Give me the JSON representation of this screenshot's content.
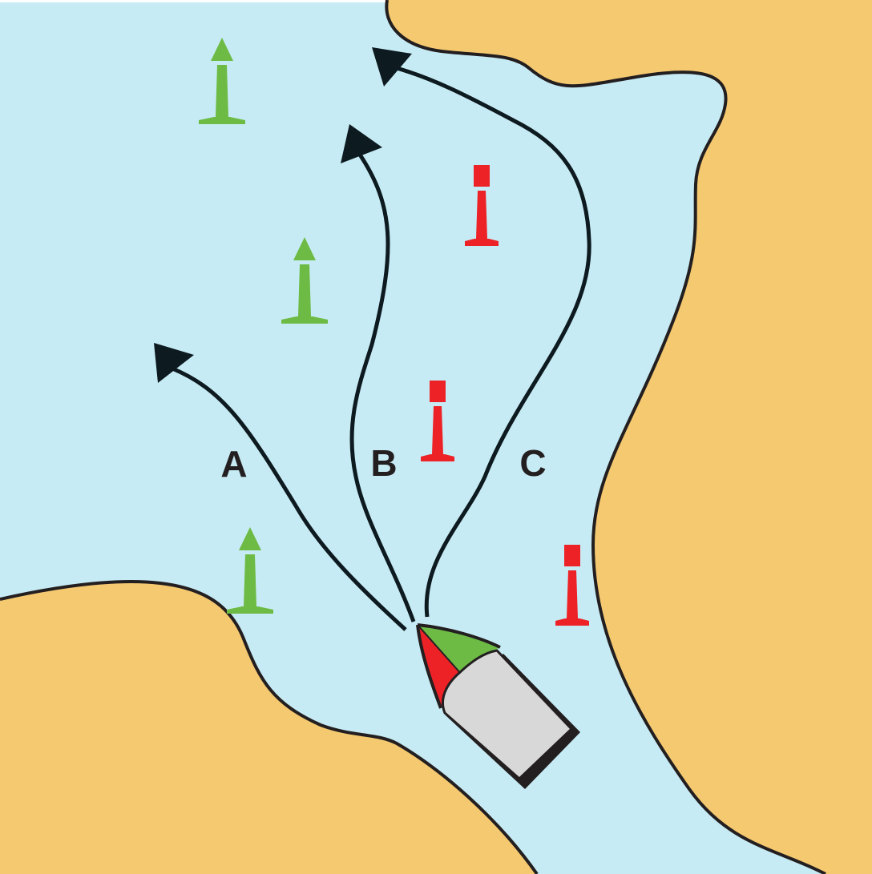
{
  "routes": [
    {
      "id": "a",
      "label": "A"
    },
    {
      "id": "b",
      "label": "B"
    },
    {
      "id": "c",
      "label": "C"
    }
  ],
  "colors": {
    "water": "#c7ebf4",
    "land": "#f5c970",
    "shoreline": "#231f20",
    "route_line": "#0d1a20",
    "label": "#231f20",
    "starboard_marker_green": "#6dbb45",
    "port_marker_red": "#ec2227",
    "boat_hull": "#d8d8d8",
    "boat_bow_red": "#ec2227",
    "boat_bow_green": "#6dbb45"
  },
  "markers": {
    "green_count": 3,
    "red_count": 3
  }
}
